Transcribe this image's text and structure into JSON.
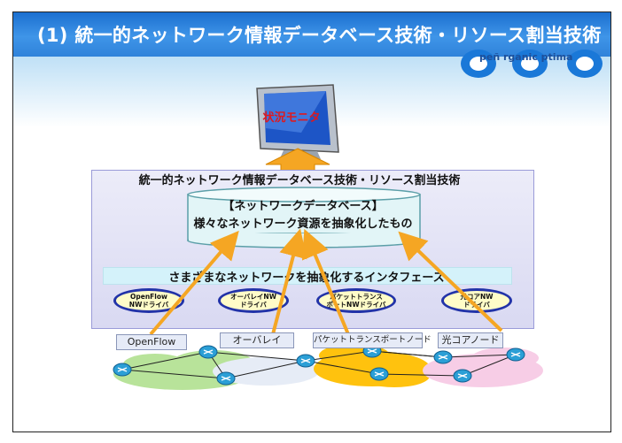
{
  "title": "(1) 統一的ネットワーク情報データベース技術・リソース割当技術",
  "logo": {
    "text": "peñ rganic ptima"
  },
  "monitor": {
    "label": "状況モニタ"
  },
  "panel": {
    "title": "統一的ネットワーク情報データベース技術・リソース割当技術"
  },
  "database": {
    "line1": "【ネットワークデータベース】",
    "line2": "様々なネットワーク資源を抽象化したもの"
  },
  "interface": {
    "label": "さまざまなネットワークを抽象化するインタフェース"
  },
  "drivers": [
    {
      "line1": "OpenFlow",
      "line2": "NWドライバ"
    },
    {
      "line1": "オーバレイNW",
      "line2": "ドライバ"
    },
    {
      "line1": "パケットトランス",
      "line2": "ポートNWドライバ"
    },
    {
      "line1": "光コアNW",
      "line2": "ドライバ"
    }
  ],
  "networks": [
    {
      "label": "OpenFlow",
      "color": "#b8e39a"
    },
    {
      "label": "オーバレイ",
      "color": "#dfe6f3"
    },
    {
      "label": "パケットトランスポートノード",
      "color": "#ffc20e"
    },
    {
      "label": "光コアノード",
      "color": "#f7cde6"
    }
  ],
  "colors": {
    "title_bar": "#2a7ddb",
    "arrow_orange": "#f5a623",
    "driver_border": "#2233a8",
    "router": "#2b9fd6"
  }
}
